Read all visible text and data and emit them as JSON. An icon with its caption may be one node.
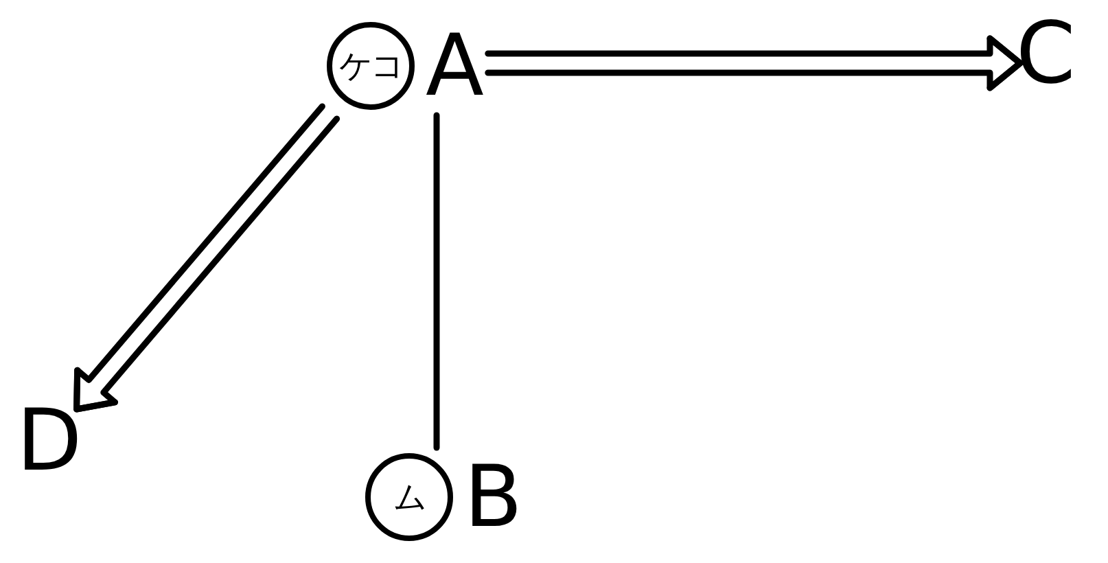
{
  "diagram": {
    "nodes": [
      {
        "text": [
          "ケコ"
        ],
        "beside": [
          "A"
        ]
      },
      {
        "text": [
          "ム"
        ],
        "beside": [
          "B"
        ]
      },
      {
        "text": [
          "C"
        ]
      },
      {
        "text": [
          "D"
        ]
      }
    ],
    "edges": [
      {
        "from": 0,
        "to": 2,
        "arrow": "to"
      },
      {
        "from": 0,
        "to": 1,
        "arrow": "none"
      },
      {
        "from": 0,
        "to": 3,
        "arrow": "to"
      }
    ]
  }
}
